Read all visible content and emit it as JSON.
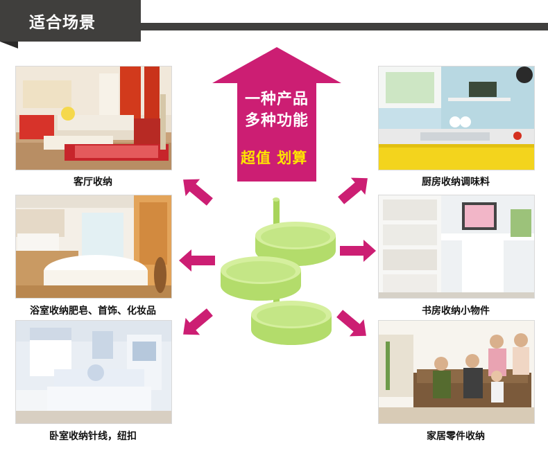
{
  "header": {
    "title": "适合场景"
  },
  "promo": {
    "line1": "一种产品",
    "line2": "多种功能",
    "highlight": "超值 划算"
  },
  "scenes": {
    "living_room": "客厅收纳",
    "kitchen": "厨房收纳调味料",
    "bathroom": "浴室收纳肥皂、首饰、化妆品",
    "study": "书房收纳小物件",
    "bedroom": "卧室收纳针线，纽扣",
    "home": "家居零件收纳"
  },
  "colors": {
    "accent": "#cc1e73",
    "highlight": "#ffe600",
    "header": "#403f3d",
    "product": "#c2e57d"
  }
}
